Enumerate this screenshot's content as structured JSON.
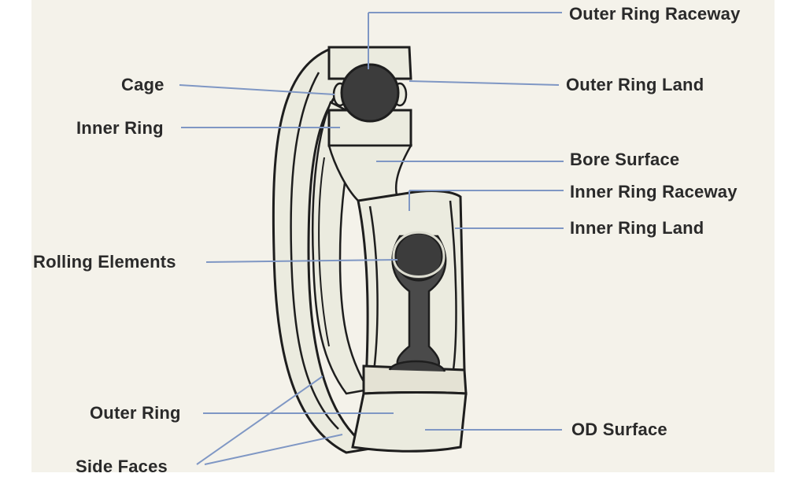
{
  "labels": {
    "outer_ring_raceway": "Outer Ring Raceway",
    "outer_ring_land": "Outer Ring Land",
    "cage": "Cage",
    "inner_ring": "Inner Ring",
    "bore_surface": "Bore Surface",
    "inner_ring_raceway": "Inner Ring Raceway",
    "inner_ring_land": "Inner Ring Land",
    "rolling_elements": "Rolling Elements",
    "outer_ring": "Outer Ring",
    "od_surface": "OD Surface",
    "side_faces": "Side Faces"
  },
  "colors": {
    "background": "#f4f2ea",
    "leader_line": "#7f97c4",
    "metal_fill": "#ebebdf",
    "ball_fill": "#3c3c3c",
    "outline": "#1e1e1e"
  }
}
